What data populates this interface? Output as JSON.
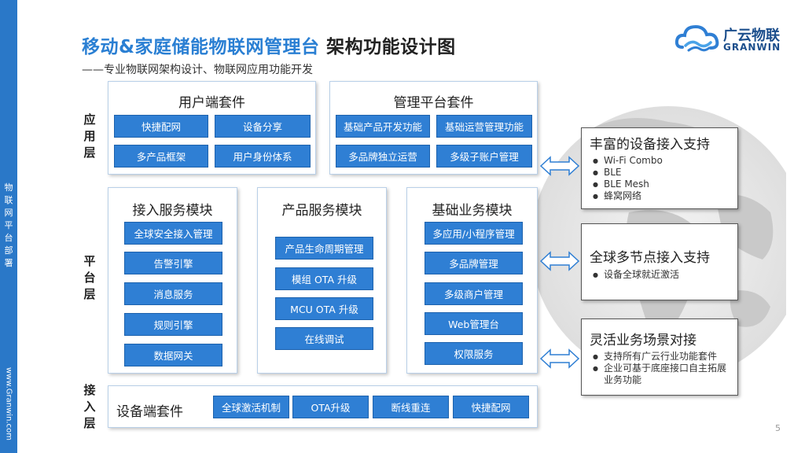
{
  "title": {
    "part1": "移动&家庭储能物联网管理台",
    "part2": " 架构功能设计图"
  },
  "subtitle": "——专业物联网架构设计、物联网应用功能开发",
  "logo": {
    "text": "广云物联",
    "sub": "GRANWIN"
  },
  "sidebar": {
    "label_chars": [
      "物",
      "联",
      "网",
      "平",
      "台",
      "部",
      "署"
    ],
    "url": "www.Granwin.com"
  },
  "layers": {
    "app": [
      "应",
      "用",
      "层"
    ],
    "platform": [
      "平",
      "台",
      "层"
    ],
    "access": [
      "接",
      "入",
      "层"
    ]
  },
  "app_layer": {
    "user_suite": {
      "title": "用户端套件",
      "buttons": [
        "快捷配网",
        "设备分享",
        "多产品框架",
        "用户身份体系"
      ]
    },
    "mgmt_suite": {
      "title": "管理平台套件",
      "buttons": [
        "基础产品开发功能",
        "基础运营管理功能",
        "多品牌独立运营",
        "多级子账户管理"
      ]
    }
  },
  "platform_layer": {
    "access_module": {
      "title": "接入服务模块",
      "buttons": [
        "全球安全接入管理",
        "告警引擎",
        "消息服务",
        "规则引擎",
        "数据网关"
      ]
    },
    "product_module": {
      "title": "产品服务模块",
      "buttons": [
        "产品生命周期管理",
        "模组 OTA 升级",
        "MCU OTA 升级",
        "在线调试"
      ]
    },
    "business_module": {
      "title": "基础业务模块",
      "buttons": [
        "多应用/小程序管理",
        "多品牌管理",
        "多级商户管理",
        "Web管理台",
        "权限服务"
      ]
    }
  },
  "access_layer": {
    "title": "设备端套件",
    "buttons": [
      "全球激活机制",
      "OTA升级",
      "断线重连",
      "快捷配网"
    ]
  },
  "features": [
    {
      "title": "丰富的设备接入支持",
      "items": [
        "Wi-Fi Combo",
        "BLE",
        "BLE Mesh",
        "蜂窝网络"
      ]
    },
    {
      "title": "全球多节点接入支持",
      "items": [
        "设备全球就近激活"
      ]
    },
    {
      "title": "灵活业务场景对接",
      "items": [
        "支持所有广云行业功能套件",
        "企业可基于底座接口自主拓展业务功能"
      ]
    }
  ],
  "page_number": "5",
  "colors": {
    "accent": "#2f7fd4",
    "sidebar": "#2a78c8",
    "title_blue": "#2a7fd3"
  }
}
